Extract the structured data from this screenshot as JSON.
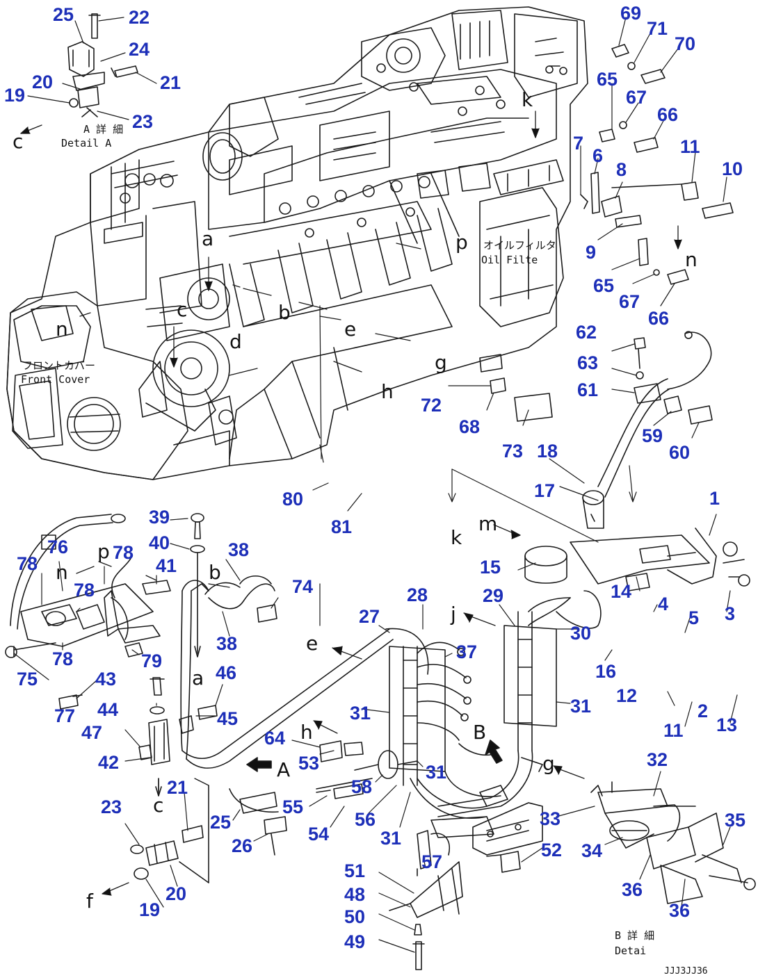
{
  "callouts": [
    {
      "id": "c25a",
      "text": "25"
    },
    {
      "id": "c22",
      "text": "22"
    },
    {
      "id": "c24",
      "text": "24"
    },
    {
      "id": "c20a",
      "text": "20"
    },
    {
      "id": "c21a",
      "text": "21"
    },
    {
      "id": "c19a",
      "text": "19"
    },
    {
      "id": "c23a",
      "text": "23"
    },
    {
      "id": "c69",
      "text": "69"
    },
    {
      "id": "c71",
      "text": "71"
    },
    {
      "id": "c70",
      "text": "70"
    },
    {
      "id": "c65a",
      "text": "65"
    },
    {
      "id": "c67a",
      "text": "67"
    },
    {
      "id": "c66a",
      "text": "66"
    },
    {
      "id": "c7",
      "text": "7"
    },
    {
      "id": "c6",
      "text": "6"
    },
    {
      "id": "c11a",
      "text": "11"
    },
    {
      "id": "c10",
      "text": "10"
    },
    {
      "id": "c8",
      "text": "8"
    },
    {
      "id": "c9",
      "text": "9"
    },
    {
      "id": "c65b",
      "text": "65"
    },
    {
      "id": "c67b",
      "text": "67"
    },
    {
      "id": "c66b",
      "text": "66"
    },
    {
      "id": "c62",
      "text": "62"
    },
    {
      "id": "c63",
      "text": "63"
    },
    {
      "id": "c61",
      "text": "61"
    },
    {
      "id": "c59",
      "text": "59"
    },
    {
      "id": "c60",
      "text": "60"
    },
    {
      "id": "c72",
      "text": "72"
    },
    {
      "id": "c68",
      "text": "68"
    },
    {
      "id": "c73",
      "text": "73"
    },
    {
      "id": "c18",
      "text": "18"
    },
    {
      "id": "c17",
      "text": "17"
    },
    {
      "id": "c1",
      "text": "1"
    },
    {
      "id": "c80",
      "text": "80"
    },
    {
      "id": "c81",
      "text": "81"
    },
    {
      "id": "c39",
      "text": "39"
    },
    {
      "id": "c40",
      "text": "40"
    },
    {
      "id": "c38a",
      "text": "38"
    },
    {
      "id": "c76",
      "text": "76"
    },
    {
      "id": "c78a",
      "text": "78"
    },
    {
      "id": "c78b",
      "text": "78"
    },
    {
      "id": "c78c",
      "text": "78"
    },
    {
      "id": "c41",
      "text": "41"
    },
    {
      "id": "c74",
      "text": "74"
    },
    {
      "id": "c15",
      "text": "15"
    },
    {
      "id": "c14",
      "text": "14"
    },
    {
      "id": "c3",
      "text": "3"
    },
    {
      "id": "c4",
      "text": "4"
    },
    {
      "id": "c5",
      "text": "5"
    },
    {
      "id": "c28",
      "text": "28"
    },
    {
      "id": "c29",
      "text": "29"
    },
    {
      "id": "c27",
      "text": "27"
    },
    {
      "id": "c30",
      "text": "30"
    },
    {
      "id": "c38b",
      "text": "38"
    },
    {
      "id": "c37",
      "text": "37"
    },
    {
      "id": "c16",
      "text": "16"
    },
    {
      "id": "c78d",
      "text": "78"
    },
    {
      "id": "c79",
      "text": "79"
    },
    {
      "id": "c75",
      "text": "75"
    },
    {
      "id": "c43",
      "text": "43"
    },
    {
      "id": "c46",
      "text": "46"
    },
    {
      "id": "c12",
      "text": "12"
    },
    {
      "id": "c2",
      "text": "2"
    },
    {
      "id": "c77",
      "text": "77"
    },
    {
      "id": "c44",
      "text": "44"
    },
    {
      "id": "c45",
      "text": "45"
    },
    {
      "id": "c31a",
      "text": "31"
    },
    {
      "id": "c31b",
      "text": "31"
    },
    {
      "id": "c11b",
      "text": "11"
    },
    {
      "id": "c13",
      "text": "13"
    },
    {
      "id": "c47",
      "text": "47"
    },
    {
      "id": "c64",
      "text": "64"
    },
    {
      "id": "c53",
      "text": "53"
    },
    {
      "id": "c42",
      "text": "42"
    },
    {
      "id": "c58",
      "text": "58"
    },
    {
      "id": "c31c",
      "text": "31"
    },
    {
      "id": "c32",
      "text": "32"
    },
    {
      "id": "c21b",
      "text": "21"
    },
    {
      "id": "c23b",
      "text": "23"
    },
    {
      "id": "c55",
      "text": "55"
    },
    {
      "id": "c25b",
      "text": "25"
    },
    {
      "id": "c56",
      "text": "56"
    },
    {
      "id": "c33",
      "text": "33"
    },
    {
      "id": "c35",
      "text": "35"
    },
    {
      "id": "c26",
      "text": "26"
    },
    {
      "id": "c54",
      "text": "54"
    },
    {
      "id": "c31d",
      "text": "31"
    },
    {
      "id": "c34",
      "text": "34"
    },
    {
      "id": "c52",
      "text": "52"
    },
    {
      "id": "c57",
      "text": "57"
    },
    {
      "id": "c20b",
      "text": "20"
    },
    {
      "id": "c51",
      "text": "51"
    },
    {
      "id": "c36a",
      "text": "36"
    },
    {
      "id": "c19b",
      "text": "19"
    },
    {
      "id": "c48",
      "text": "48"
    },
    {
      "id": "c36b",
      "text": "36"
    },
    {
      "id": "c50",
      "text": "50"
    },
    {
      "id": "c49",
      "text": "49"
    }
  ],
  "refs": [
    {
      "id": "r_c1",
      "text": "c"
    },
    {
      "id": "r_a1",
      "text": "a"
    },
    {
      "id": "r_b1",
      "text": "b"
    },
    {
      "id": "r_c2",
      "text": "c"
    },
    {
      "id": "r_d1",
      "text": "d"
    },
    {
      "id": "r_e1",
      "text": "e"
    },
    {
      "id": "r_g1",
      "text": "g"
    },
    {
      "id": "r_h1",
      "text": "h"
    },
    {
      "id": "r_k1",
      "text": "k"
    },
    {
      "id": "r_n1",
      "text": "n"
    },
    {
      "id": "r_n2",
      "text": "n"
    },
    {
      "id": "r_p1",
      "text": "p"
    },
    {
      "id": "r_m1",
      "text": "m"
    },
    {
      "id": "r_k2",
      "text": "k"
    },
    {
      "id": "r_p2",
      "text": "p"
    },
    {
      "id": "r_n3",
      "text": "n"
    },
    {
      "id": "r_b2",
      "text": "b"
    },
    {
      "id": "r_e2",
      "text": "e"
    },
    {
      "id": "r_j1",
      "text": "j"
    },
    {
      "id": "r_a2",
      "text": "a"
    },
    {
      "id": "r_h2",
      "text": "h"
    },
    {
      "id": "r_A1",
      "text": "A"
    },
    {
      "id": "r_B1",
      "text": "B"
    },
    {
      "id": "r_g2",
      "text": "g"
    },
    {
      "id": "r_c3",
      "text": "c"
    },
    {
      "id": "r_f1",
      "text": "f"
    }
  ],
  "notes": {
    "detail_a_jp": "A 詳 細",
    "detail_a_en": "Detail A",
    "oil_filter_jp": "オイルフィルタ",
    "oil_filter_en": "Oil Filte",
    "front_cover_jp": "フロントカバー",
    "front_cover_en": "Front Cover",
    "detail_b_jp": "B 詳 細",
    "detail_b_en": "Detai",
    "drawing_no": "JJJ3JJ36"
  }
}
